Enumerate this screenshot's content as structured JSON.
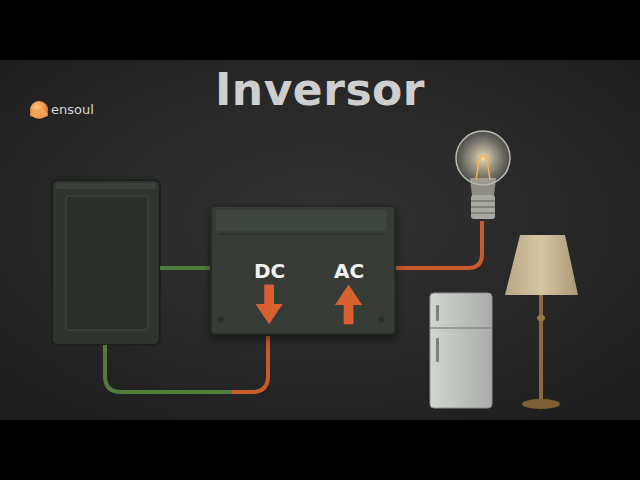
{
  "diagram": {
    "title": "Inversor",
    "nodes": [
      {
        "text": [
          "DC",
          "AC"
        ]
      }
    ],
    "labels": [
      "ensoul"
    ]
  }
}
